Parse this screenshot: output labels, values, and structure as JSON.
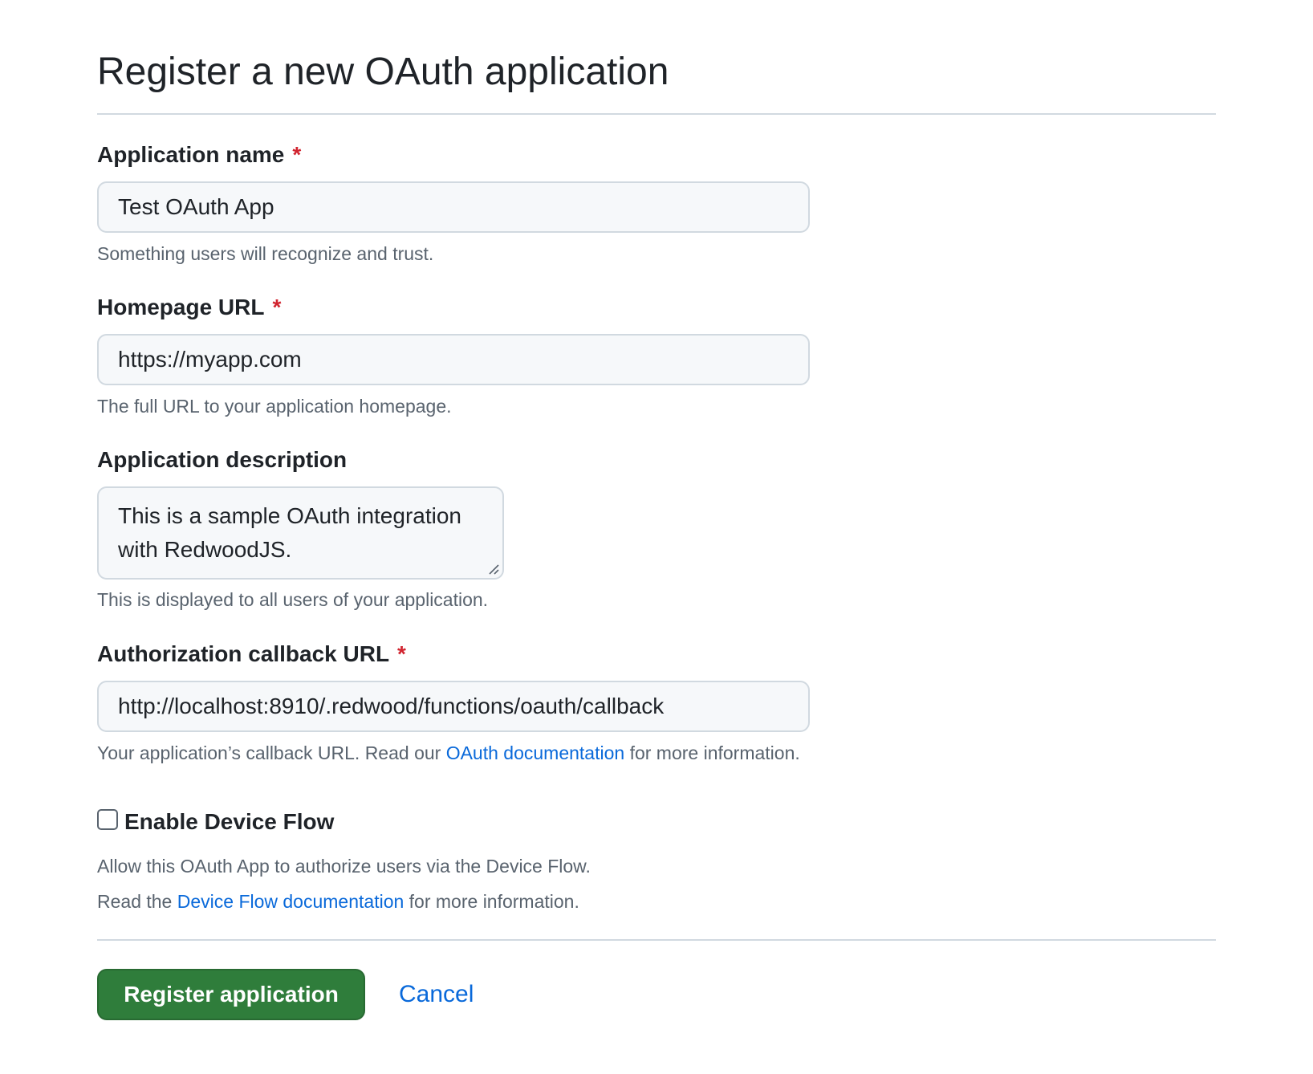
{
  "page": {
    "title": "Register a new OAuth application"
  },
  "form": {
    "app_name": {
      "label": "Application name",
      "required_mark": "*",
      "value": "Test OAuth App",
      "hint": "Something users will recognize and trust."
    },
    "homepage_url": {
      "label": "Homepage URL",
      "required_mark": "*",
      "value": "https://myapp.com",
      "hint": "The full URL to your application homepage."
    },
    "description": {
      "label": "Application description",
      "value": "This is a sample OAuth integration with RedwoodJS.",
      "hint": "This is displayed to all users of your application."
    },
    "callback_url": {
      "label": "Authorization callback URL",
      "required_mark": "*",
      "value": "http://localhost:8910/.redwood/functions/oauth/callback",
      "hint_prefix": "Your application’s callback URL. Read our ",
      "hint_link": "OAuth documentation",
      "hint_suffix": " for more information."
    },
    "device_flow": {
      "label": "Enable Device Flow",
      "checked": false,
      "hint_line1": "Allow this OAuth App to authorize users via the Device Flow.",
      "hint_line2_prefix": "Read the ",
      "hint_line2_link": "Device Flow documentation",
      "hint_line2_suffix": " for more information."
    }
  },
  "actions": {
    "register_label": "Register application",
    "cancel_label": "Cancel"
  },
  "colors": {
    "primary_button": "#2f7d3b",
    "link": "#0969da",
    "required": "#d1242f"
  }
}
